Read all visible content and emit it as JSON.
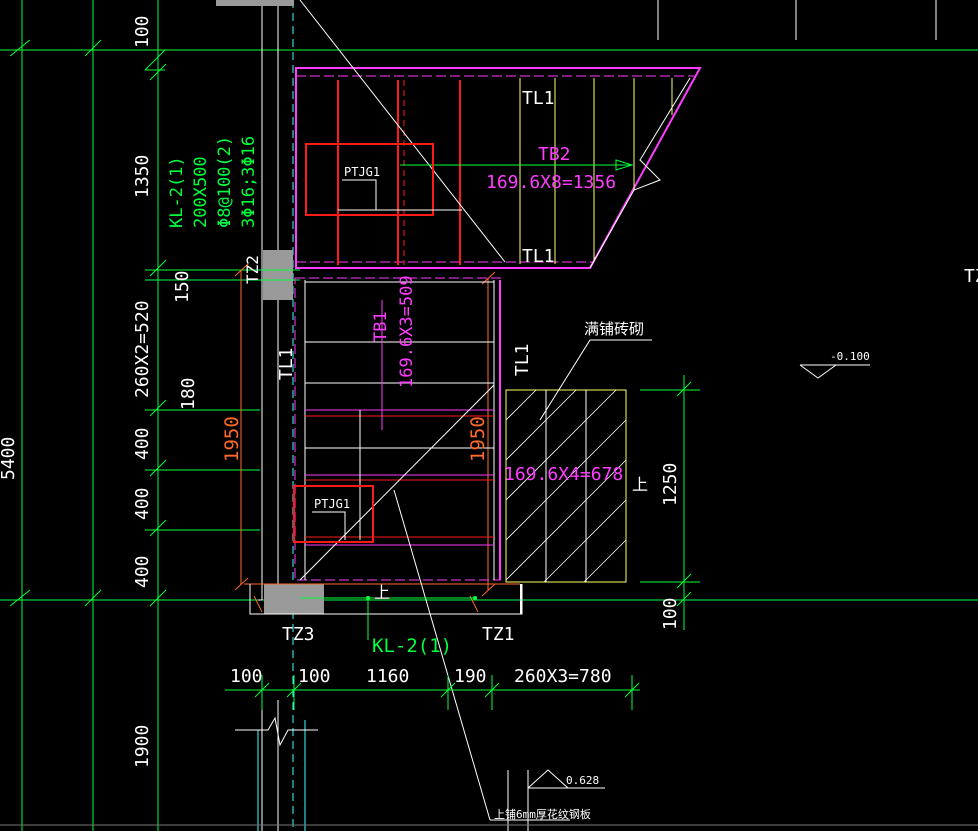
{
  "colors": {
    "background": "#000000",
    "green": "#00ff3c",
    "magenta": "#ff3cff",
    "red": "#ff1a1a",
    "white": "#ffffff",
    "yellow": "#ffff66",
    "cyan": "#3cffff",
    "orange": "#ff6a2a",
    "gray": "#9a9a9a"
  },
  "dims_left": {
    "total": "5400",
    "top_100": "100",
    "d_1350": "1350",
    "d_520": "260X2=520",
    "d_150": "150",
    "d_180": "180",
    "d_400a": "400",
    "d_400b": "400",
    "d_400c": "400",
    "d_1900": "1900"
  },
  "dims_bottom": {
    "d_100a": "100",
    "d_100b": "100",
    "d_1160": "1160",
    "d_190": "190",
    "d_780": "260X3=780"
  },
  "dims_right": {
    "d_1250": "1250",
    "d_100": "100"
  },
  "beam_note": {
    "line1": "KL-2(1)",
    "line2": "200X500",
    "line3": "Φ8@100(2)",
    "line4": "3Φ16;3Φ16"
  },
  "labels": {
    "tl1_top": "TL1",
    "tl1_mid": "TL1",
    "tl1_left": "TL1",
    "tl1_right": "TL1",
    "tb2": "TB2",
    "tb2_formula": "169.6X8=1356",
    "tb1": "TB1",
    "tb1_formula": "169.6X3=509",
    "step_formula": "169.6X4=678",
    "ptjg1_top": "PTJG1",
    "ptjg1_bottom": "PTJG1",
    "tz2": "TZ2",
    "tz3": "TZ3",
    "tz1": "TZ1",
    "tz_right": "TZ",
    "kl2_bottom": "KL-2(1)",
    "d_1950_left": "1950",
    "d_1950_right": "1950",
    "brick": "满铺砖砌",
    "elev_right": "-0.100",
    "elev_bottom": "0.628",
    "plate_note": "上铺6mm厚花纹钢板",
    "up_arrow_1": "上",
    "up_arrow_2": "上"
  }
}
